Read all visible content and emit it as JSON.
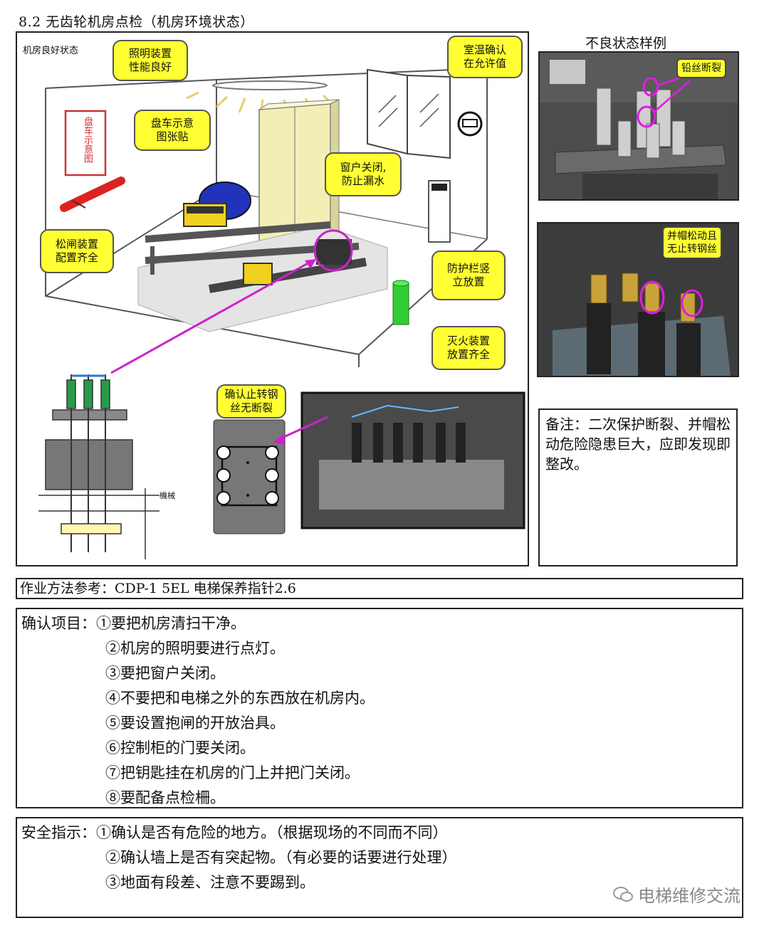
{
  "header": {
    "title": "8.2 无齿轮机房点检（机房环境状态）"
  },
  "diagram": {
    "label": "机房良好状态",
    "callouts": {
      "lighting": "照明装置\n性能良好",
      "temp": "室温确认\n在允许值",
      "turning": "盘车示意\n图张贴",
      "window": "窗户关闭,\n防止漏水",
      "brake": "松闸装置\n配置齐全",
      "fence": "防护栏竖\n立放置",
      "fire": "灭火装置\n放置齐全",
      "wire": "确认止转钢\n丝无断裂"
    },
    "poster_text": "盘车示意图",
    "mech_label": "機械"
  },
  "bad_examples": {
    "title": "不良状态样例",
    "tag1": "铅丝断裂",
    "tag2": "并帽松动且\n无止转钢丝",
    "note": "备注：二次保护断裂、并帽松动危险隐患巨大，应即发现即整改。"
  },
  "method": {
    "text": "作业方法参考：CDP-1 5EL 电梯保养指针2.6"
  },
  "confirm": {
    "label": "确认项目：",
    "items": [
      "①要把机房清扫干净。",
      "②机房的照明要进行点灯。",
      "③要把窗户关闭。",
      "④不要把和电梯之外的东西放在机房内。",
      "⑤要设置抱闸的开放治具。",
      "⑥控制柜的门要关闭。",
      "⑦把钥匙挂在机房的门上并把门关闭。",
      "⑧要配备点检柵。"
    ]
  },
  "safety": {
    "label": "安全指示：",
    "items": [
      "①确认是否有危险的地方。（根据现场的不同而不同）",
      "②确认墙上是否有突起物。（有必要的话要进行处理）",
      "③地面有段差、注意不要踢到。"
    ]
  },
  "watermark": {
    "text": "电梯维修交流"
  },
  "colors": {
    "callout": "#ffff33",
    "arrow": "#cc22cc",
    "cabinet": "#f3efb4"
  }
}
